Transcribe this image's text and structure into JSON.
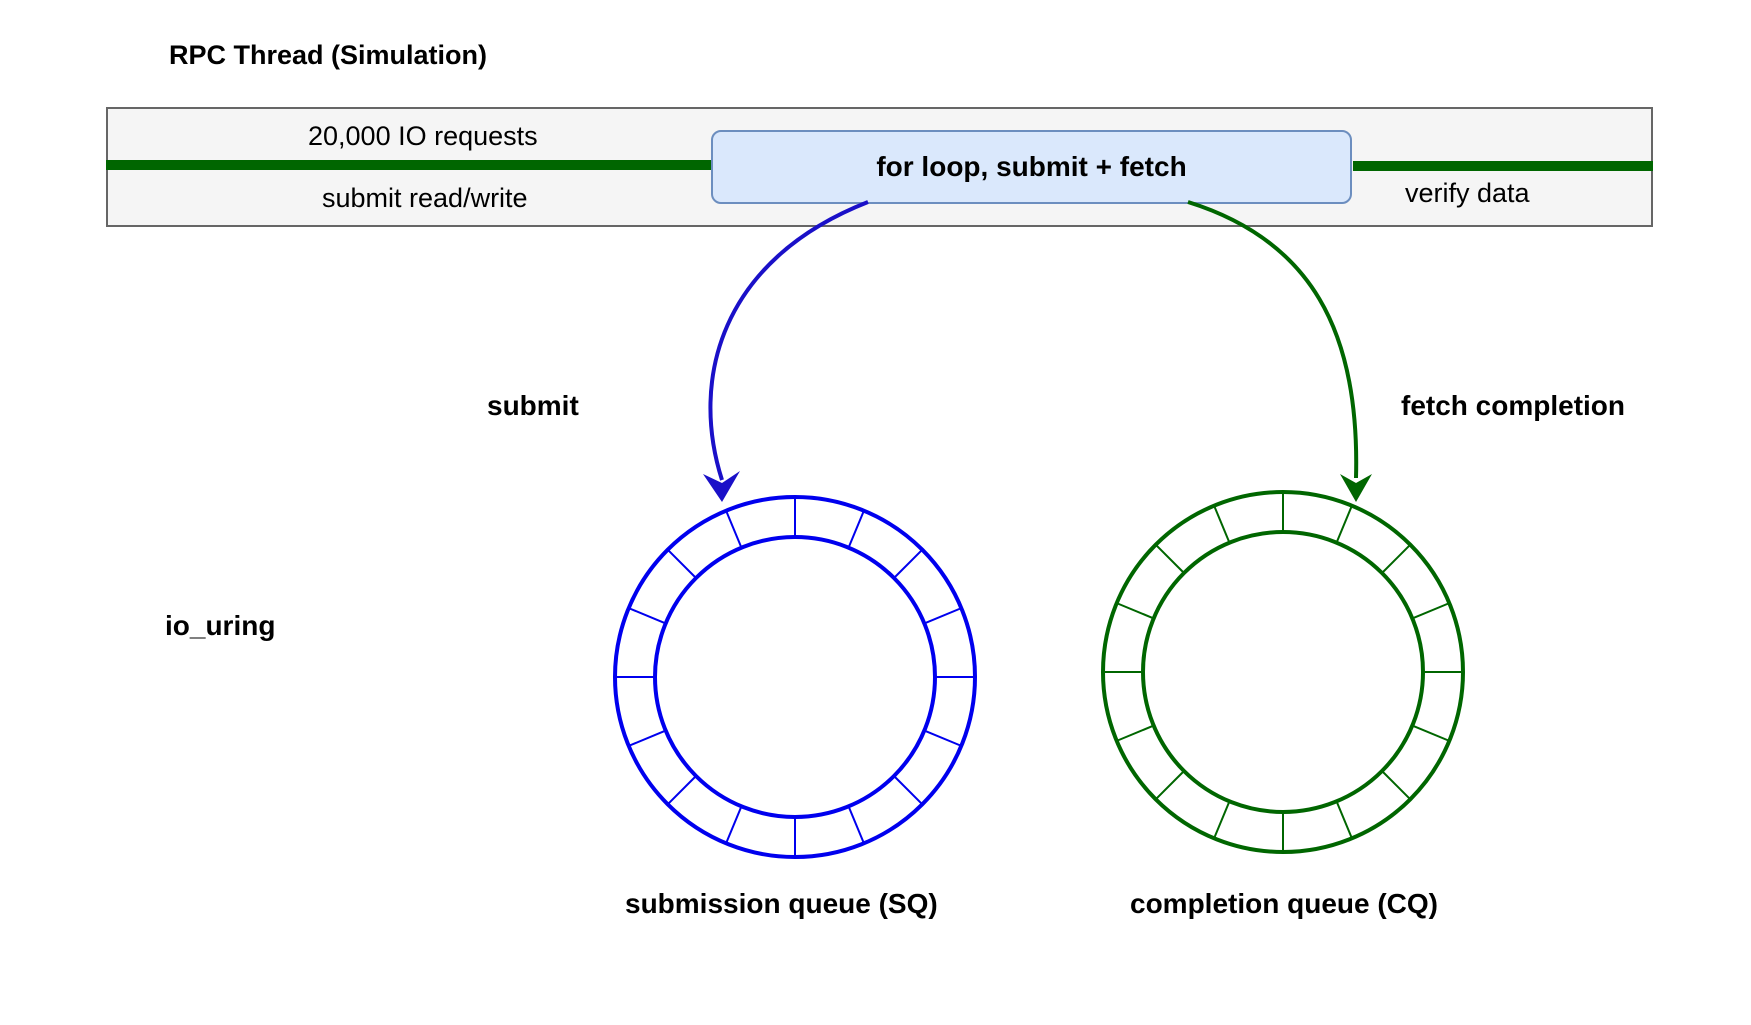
{
  "thread": {
    "title": "RPC Thread (Simulation)",
    "io_count": "20,000 IO requests",
    "submit_rw": "submit read/write",
    "loop_label": "for loop, submit + fetch",
    "verify": "verify data"
  },
  "arrows": {
    "submit": "submit",
    "fetch": "fetch completion"
  },
  "io_uring": {
    "label": "io_uring",
    "sq_label": "submission queue (SQ)",
    "cq_label": "completion queue (CQ)"
  },
  "colors": {
    "sq": "#0000ee",
    "sq_arrow": "#1a10c8",
    "cq": "#006600",
    "thread_bar": "#006600",
    "loop_fill": "#dae8fc",
    "loop_stroke": "#6c8ebf"
  }
}
